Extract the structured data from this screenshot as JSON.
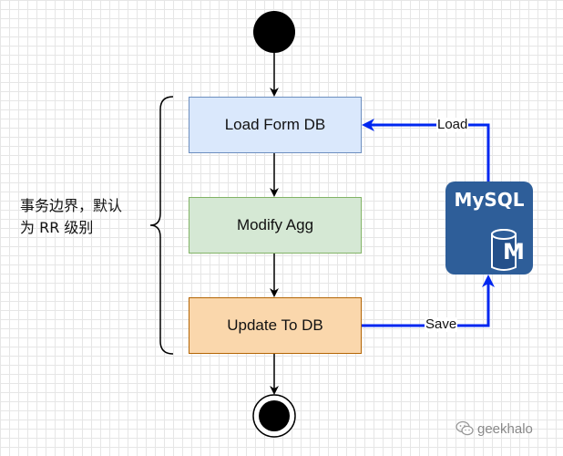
{
  "nodes": {
    "load": "Load Form DB",
    "modify": "Modify Agg",
    "update": "Update To DB"
  },
  "edges": {
    "load_label": "Load",
    "save_label": "Save"
  },
  "boundary": {
    "label_line1": "事务边界，默认",
    "label_line2": "为 RR 级别"
  },
  "database": {
    "name": "MySQL",
    "badge": "M",
    "color": "#2e5e99",
    "icon": "mysql-database-icon"
  },
  "watermark": {
    "text": "geekhalo",
    "icon": "wechat-icon"
  },
  "colors": {
    "load_fill": "#dae8fc",
    "modify_fill": "#d5e8d4",
    "update_fill": "#fad7ac",
    "db_link": "#0027f0"
  }
}
